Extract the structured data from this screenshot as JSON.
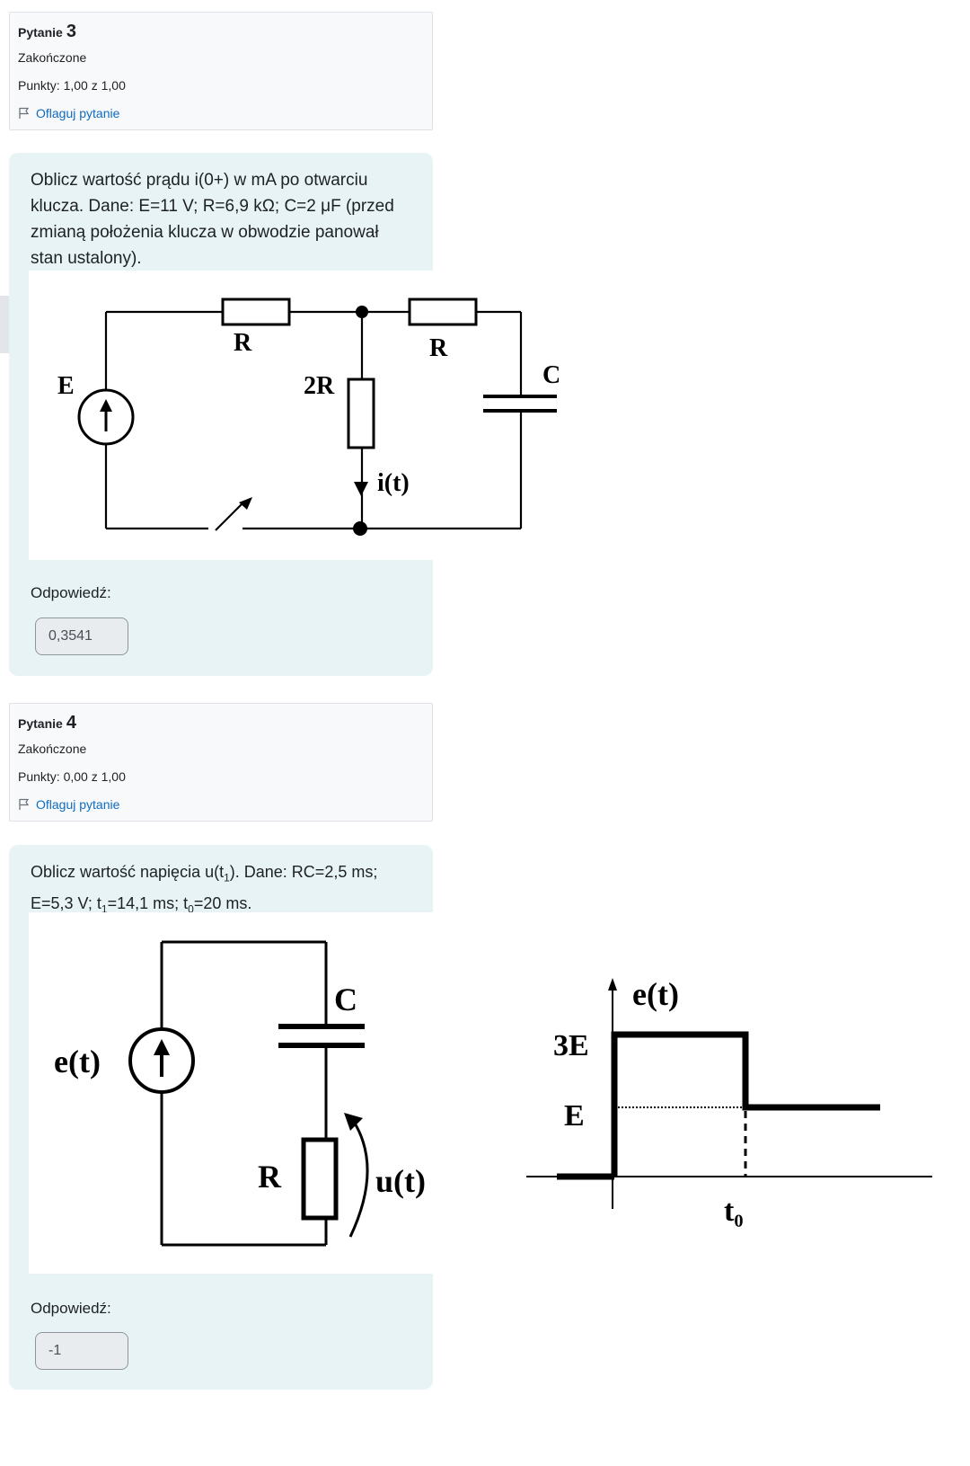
{
  "questions": [
    {
      "label": "Pytanie",
      "number": "3",
      "status": "Zakończone",
      "grade": "Punkty: 1,00 z 1,00",
      "flag_label": "Oflaguj pytanie",
      "text": "Oblicz wartość prądu i(0+) w mA po otwarciu klucza. Dane: E=11 V; R=6,9 kΩ; C=2 μF (przed zmianą położenia klucza w obwodzie panował stan ustalony).",
      "answer_label": "Odpowiedź:",
      "answer_value": "0,3541",
      "figure": {
        "E": "E",
        "R1": "R",
        "R2": "2R",
        "R3": "R",
        "C": "C",
        "current": "i(t)"
      }
    },
    {
      "label": "Pytanie",
      "number": "4",
      "status": "Zakończone",
      "grade": "Punkty: 0,00 z 1,00",
      "flag_label": "Oflaguj pytanie",
      "text_part1": "Oblicz wartość napięcia u(t",
      "text_sub1": "1",
      "text_part2": ").  Dane: RC=2,5 ms; E=5,3 V;  t",
      "text_sub2": "1",
      "text_part3": "=14,1 ms; t",
      "text_sub3": "0",
      "text_part4": "=20 ms.",
      "answer_label": "Odpowiedź:",
      "answer_value": "-1",
      "figure": {
        "source": "e(t)",
        "C": "C",
        "R": "R",
        "voltage": "u(t)"
      },
      "graph": {
        "y_label": "e(t)",
        "level_high": "3E",
        "level_low": "E",
        "t0": "t₀"
      }
    }
  ],
  "sidebar_icon": "list-icon"
}
